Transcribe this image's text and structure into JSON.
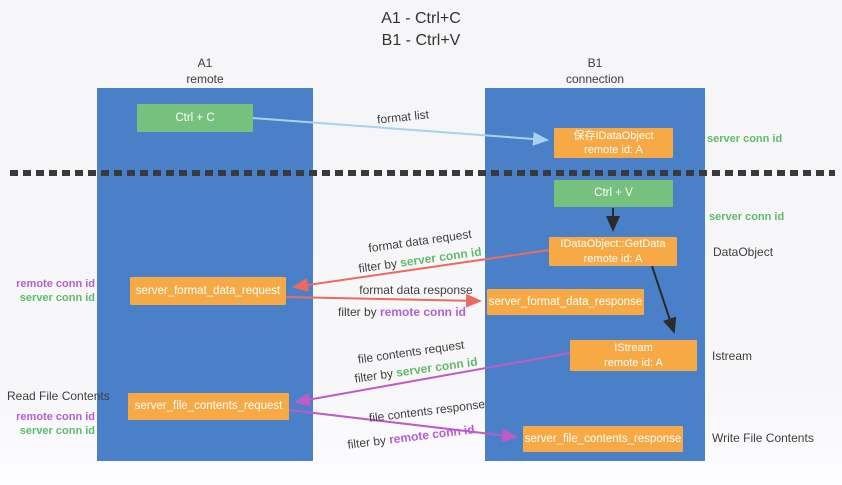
{
  "title": {
    "line1": "A1 - Ctrl+C",
    "line2": "B1 - Ctrl+V"
  },
  "lanes": {
    "left": {
      "name": "A1",
      "sub": "remote"
    },
    "right": {
      "name": "B1",
      "sub": "connection"
    }
  },
  "nodes": {
    "ctrl_c": {
      "label": "Ctrl + C"
    },
    "ctrl_v": {
      "label": "Ctrl + V"
    },
    "save_idataobject": {
      "line1": "保存IDataObject",
      "line2": "remote id: A"
    },
    "getdata": {
      "line1": "IDataObject::GetData",
      "line2": "remote id: A"
    },
    "istream": {
      "line1": "IStream",
      "line2": "remote id: A"
    },
    "format_request": {
      "label": "server_format_data_request"
    },
    "format_response": {
      "label": "server_format_data_response"
    },
    "file_request": {
      "label": "server_file_contents_request"
    },
    "file_response": {
      "label": "server_file_contents_response"
    }
  },
  "arrow_labels": {
    "format_list": "format list",
    "format_data_request": "format data request",
    "format_data_response": "format data response",
    "file_contents_request": "file contents request",
    "file_contents_response": "file contents response",
    "filter_by": "filter by ",
    "server_conn_id": "server conn id",
    "remote_conn_id": "remote conn id"
  },
  "side_labels": {
    "server_conn_id": "server conn id",
    "remote_conn_id": "remote conn id",
    "dataobject": "DataObject",
    "istream": "Istream",
    "read_file_contents": "Read File Contents",
    "write_file_contents": "Write File Contents"
  },
  "colors": {
    "lane_blue": "#4a80c8",
    "node_orange": "#f6a944",
    "node_green": "#77c17e",
    "arrow_light_blue": "#a9d2f0",
    "arrow_red": "#ec6a60",
    "arrow_magenta": "#c05ac5",
    "arrow_black": "#2b2b2b",
    "text_green": "#5fbb6a",
    "text_purple": "#b45fd0",
    "text_dark": "#3d3d3d"
  }
}
